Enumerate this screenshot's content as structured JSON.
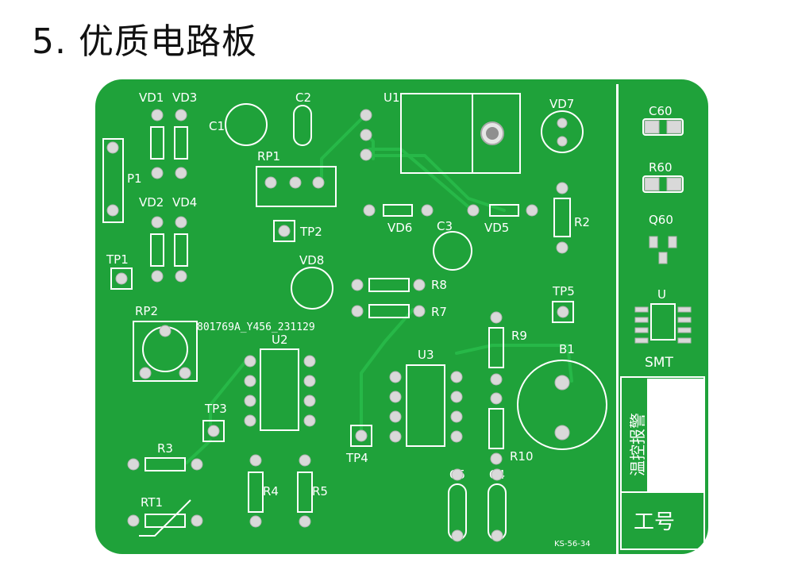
{
  "page": {
    "title": "5. 优质电路板"
  },
  "colors": {
    "board": "#1fa23a",
    "board_edge": "#178a30",
    "trace": "#23b342",
    "silk": "#ffffff",
    "pad": "#d9d9d9",
    "pad_dark": "#9aa0a0",
    "hole": "#b8b8b8"
  },
  "board": {
    "labels": {
      "vd1": "VD1",
      "vd3": "VD3",
      "vd2": "VD2",
      "vd4": "VD4",
      "p1": "P1",
      "tp1": "TP1",
      "c1": "C1",
      "c2": "C2",
      "rp1": "RP1",
      "tp2": "TP2",
      "u1": "U1",
      "vd7": "VD7",
      "vd6": "VD6",
      "c3": "C3",
      "vd5": "VD5",
      "r2": "R2",
      "vd8": "VD8",
      "r8": "R8",
      "r7": "R7",
      "tp5": "TP5",
      "rp2": "RP2",
      "u2": "U2",
      "u3": "U3",
      "r9": "R9",
      "b1": "B1",
      "tp3": "TP3",
      "tp4": "TP4",
      "r3": "R3",
      "r10": "R10",
      "r4": "R4",
      "r5": "R5",
      "c5": "C5",
      "c4": "C4",
      "rt1": "RT1",
      "c60": "C60",
      "r60": "R60",
      "q60": "Q60",
      "u": "U",
      "smt": "SMT"
    },
    "serial": "801769A_Y456_231129",
    "model_code": "KS-56-34",
    "vertical_label": "温控报警",
    "worker_label": "工号"
  }
}
